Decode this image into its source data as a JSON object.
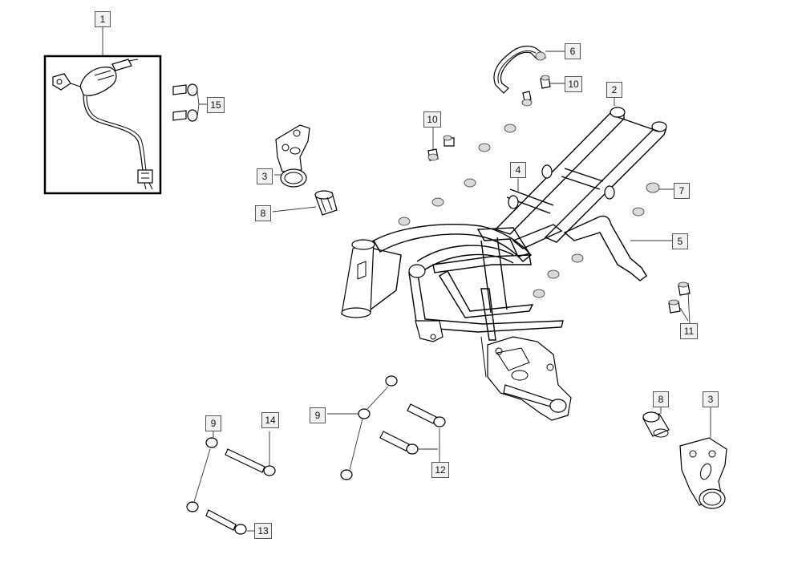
{
  "callouts": [
    "1",
    "2",
    "3",
    "3",
    "4",
    "5",
    "6",
    "7",
    "8",
    "8",
    "9",
    "9",
    "10",
    "10",
    "11",
    "12",
    "13",
    "14",
    "15"
  ]
}
